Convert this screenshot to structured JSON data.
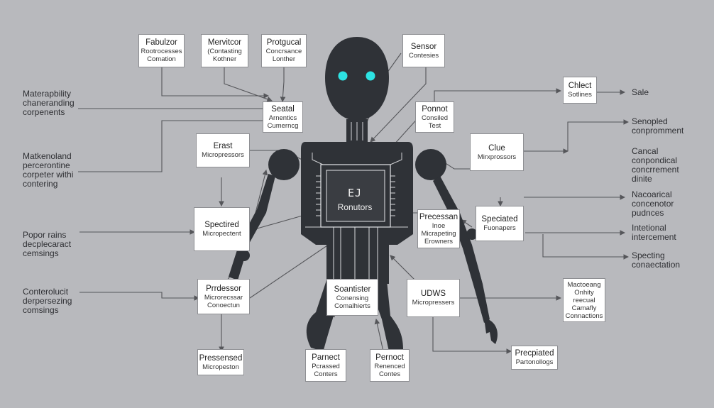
{
  "robot_chip": {
    "glyph": "EJ",
    "label": "Ronutors"
  },
  "boxes": [
    {
      "id": "fabulzor",
      "title": "Fabulzor",
      "lines": [
        "Rootrocesses",
        "Comation"
      ]
    },
    {
      "id": "mervitcor",
      "title": "Mervitcor",
      "lines": [
        "(Contasting",
        "Kothner"
      ]
    },
    {
      "id": "protgucal",
      "title": "Protgucal",
      "lines": [
        "Concrsance",
        "Lonther"
      ]
    },
    {
      "id": "sensor",
      "title": "Sensor",
      "lines": [
        "Contesies"
      ]
    },
    {
      "id": "seatal",
      "title": "Seatal",
      "lines": [
        "Arnentics",
        "Cumerncg"
      ]
    },
    {
      "id": "ponnot",
      "title": "Ponnot",
      "lines": [
        "Consiled",
        "Test"
      ]
    },
    {
      "id": "chlect",
      "title": "Chlect",
      "lines": [
        "Sotlines"
      ]
    },
    {
      "id": "erast",
      "title": "Erast",
      "lines": [
        "Micropressors"
      ]
    },
    {
      "id": "clue",
      "title": "Clue",
      "lines": [
        "Mirxprossors"
      ]
    },
    {
      "id": "spectired",
      "title": "Spectired",
      "lines": [
        "Micropectent"
      ]
    },
    {
      "id": "precessan",
      "title": "Precessan",
      "lines": [
        "Inoe",
        "Micrapeting",
        "Erowners"
      ]
    },
    {
      "id": "speciated",
      "title": "Speciated",
      "lines": [
        "Fuonapers"
      ]
    },
    {
      "id": "prrdessor",
      "title": "Prrdessor",
      "lines": [
        "Microrecssar",
        "Conoectun"
      ]
    },
    {
      "id": "soantister",
      "title": "Soantister",
      "lines": [
        "Conensing",
        "Comalhierts"
      ]
    },
    {
      "id": "udws",
      "title": "UDWS",
      "lines": [
        "Micropressers"
      ]
    },
    {
      "id": "mactoeang",
      "title": "Mactoeang",
      "lines": [
        "Onhity",
        "reecual",
        "Camafly",
        "Connactions"
      ]
    },
    {
      "id": "pressensed",
      "title": "Pressensed",
      "lines": [
        "Micropeston"
      ]
    },
    {
      "id": "parnect",
      "title": "Parnect",
      "lines": [
        "Pcrassed",
        "Conters"
      ]
    },
    {
      "id": "pernoct",
      "title": "Pernoct",
      "lines": [
        "Renenced",
        "Contes"
      ]
    },
    {
      "id": "precpiated",
      "title": "Precpiated",
      "lines": [
        "Partonollogs"
      ]
    }
  ],
  "side_labels": [
    {
      "id": "left-1",
      "lines": [
        "Materapbility",
        "chaneranding",
        "corpenents"
      ]
    },
    {
      "id": "left-2",
      "lines": [
        "Matkenoland",
        "percerontine",
        "corpeter withi",
        "contering"
      ]
    },
    {
      "id": "left-3",
      "lines": [
        "Popor rains",
        "decplecaract",
        "cemsings"
      ]
    },
    {
      "id": "left-4",
      "lines": [
        "Conterolucit",
        "derpersezing",
        "comsings"
      ]
    },
    {
      "id": "right-sale",
      "lines": [
        "Sale"
      ]
    },
    {
      "id": "right-1",
      "lines": [
        "Senopled",
        "conpromment"
      ]
    },
    {
      "id": "right-2",
      "lines": [
        "Cancal",
        "conpondical",
        "concrrement",
        "dinite"
      ]
    },
    {
      "id": "right-3",
      "lines": [
        "Nacoarical",
        "concenotor",
        "pudnces"
      ]
    },
    {
      "id": "right-4",
      "lines": [
        "Intetional",
        "intercement"
      ]
    },
    {
      "id": "right-5",
      "lines": [
        "Specting",
        "conaectation"
      ]
    }
  ],
  "colors": {
    "robot": "#2f3237",
    "eyes": "#2de3e3",
    "wire": "#55565a",
    "background": "#b8b9bd"
  }
}
